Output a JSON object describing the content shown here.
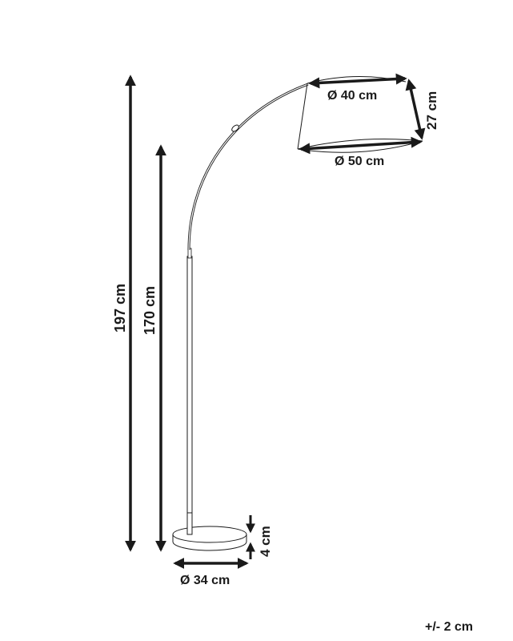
{
  "diagram": {
    "subject": "arc floor lamp dimensions",
    "colors": {
      "line": "#1a1a1a",
      "background": "#ffffff"
    },
    "dimensions": {
      "total_height": "197 cm",
      "pole_height": "170 cm",
      "shade_top_diameter": "Ø 40 cm",
      "shade_bottom_diameter": "Ø 50 cm",
      "shade_height": "27 cm",
      "base_diameter": "Ø 34 cm",
      "base_height": "4 cm"
    },
    "tolerance": "+/- 2 cm"
  }
}
